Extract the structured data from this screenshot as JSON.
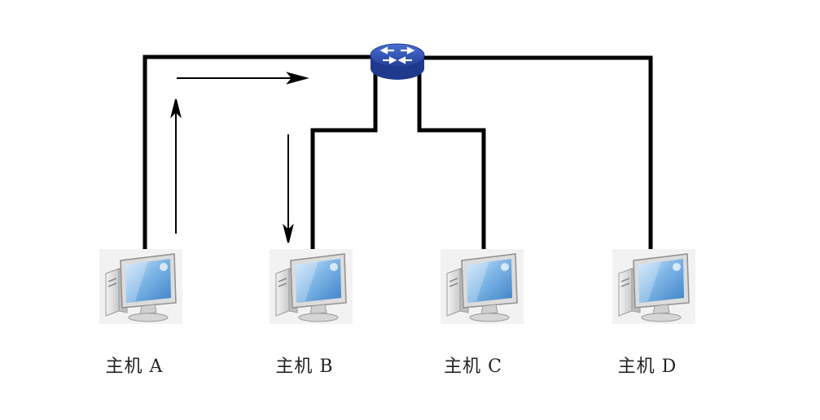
{
  "colors": {
    "background": "#ffffff",
    "line": "#000000",
    "switch_body": "#2c4aa6",
    "switch_top": "#3f63c9",
    "monitor_screen": "#7fb6e6",
    "computer_body": "#e6e6e6"
  },
  "switch": {
    "icon": "network-switch-icon"
  },
  "hosts": [
    {
      "label": "主机 A",
      "icon": "desktop-computer-icon"
    },
    {
      "label": "主机 B",
      "icon": "desktop-computer-icon"
    },
    {
      "label": "主机 C",
      "icon": "desktop-computer-icon"
    },
    {
      "label": "主机 D",
      "icon": "desktop-computer-icon"
    }
  ]
}
